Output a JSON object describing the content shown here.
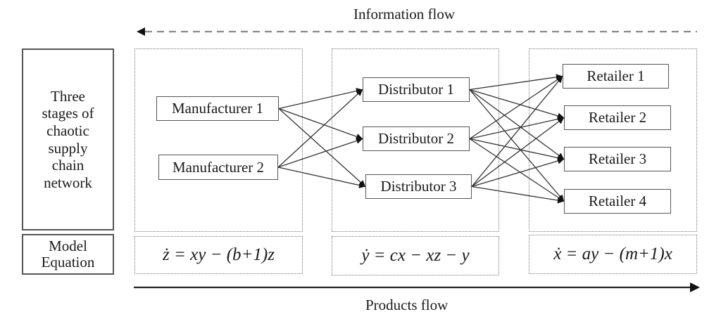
{
  "information_flow": {
    "label": "Information flow",
    "direction": "right-to-left",
    "style": "dashed"
  },
  "products_flow": {
    "label": "Products flow",
    "direction": "left-to-right",
    "style": "solid"
  },
  "side_labels": {
    "stages": "Three stages of chaotic supply chain network",
    "stages_lines": [
      "Three",
      "stages of",
      "chaotic",
      "supply",
      "chain",
      "network"
    ],
    "equation": "Model Equation",
    "equation_lines": [
      "Model",
      "Equation"
    ]
  },
  "stages": [
    {
      "id": "manufacturers",
      "nodes": [
        "Manufacturer 1",
        "Manufacturer 2"
      ],
      "equation": "ż = xy − (b+1)z"
    },
    {
      "id": "distributors",
      "nodes": [
        "Distributor 1",
        "Distributor 2",
        "Distributor 3"
      ],
      "equation": "ẏ = cx − xz − y"
    },
    {
      "id": "retailers",
      "nodes": [
        "Retailer 1",
        "Retailer 2",
        "Retailer 3",
        "Retailer 4"
      ],
      "equation": "ẋ = ay − (m+1)x"
    }
  ],
  "edges": [
    [
      "Manufacturer 1",
      "Distributor 1"
    ],
    [
      "Manufacturer 1",
      "Distributor 2"
    ],
    [
      "Manufacturer 1",
      "Distributor 3"
    ],
    [
      "Manufacturer 2",
      "Distributor 1"
    ],
    [
      "Manufacturer 2",
      "Distributor 2"
    ],
    [
      "Manufacturer 2",
      "Distributor 3"
    ],
    [
      "Distributor 1",
      "Retailer 1"
    ],
    [
      "Distributor 1",
      "Retailer 2"
    ],
    [
      "Distributor 1",
      "Retailer 3"
    ],
    [
      "Distributor 1",
      "Retailer 4"
    ],
    [
      "Distributor 2",
      "Retailer 1"
    ],
    [
      "Distributor 2",
      "Retailer 2"
    ],
    [
      "Distributor 2",
      "Retailer 3"
    ],
    [
      "Distributor 2",
      "Retailer 4"
    ],
    [
      "Distributor 3",
      "Retailer 1"
    ],
    [
      "Distributor 3",
      "Retailer 2"
    ],
    [
      "Distributor 3",
      "Retailer 3"
    ],
    [
      "Distributor 3",
      "Retailer 4"
    ]
  ]
}
